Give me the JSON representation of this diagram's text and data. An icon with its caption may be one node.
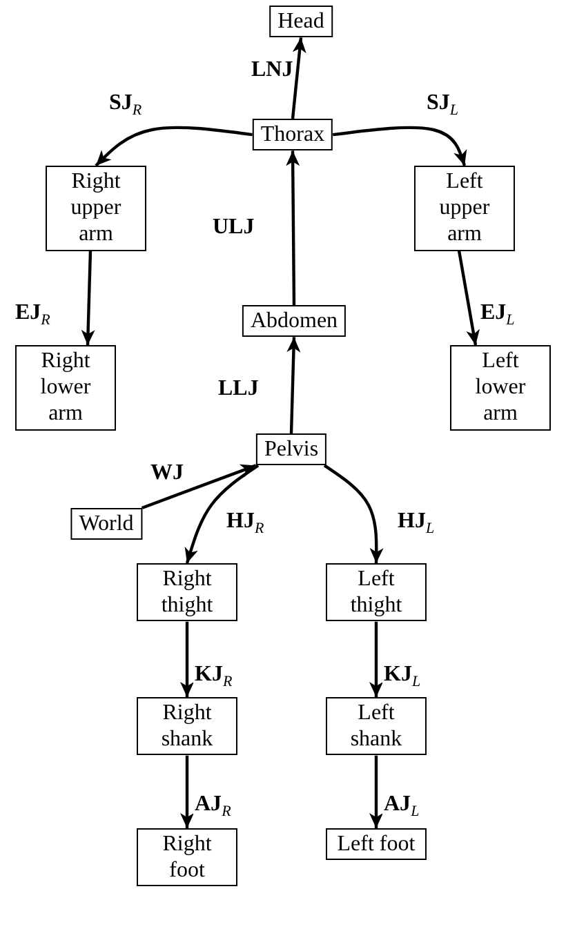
{
  "diagram": {
    "nodes": [
      {
        "text": [
          "Head"
        ]
      },
      {
        "text": [
          "Thorax"
        ]
      },
      {
        "text": [
          "Right upper arm"
        ]
      },
      {
        "text": [
          "Left upper arm"
        ]
      },
      {
        "text": [
          "Abdomen"
        ]
      },
      {
        "text": [
          "Right lower arm"
        ]
      },
      {
        "text": [
          "Left lower arm"
        ]
      },
      {
        "text": [
          "Pelvis"
        ]
      },
      {
        "text": [
          "World"
        ]
      },
      {
        "text": [
          "Right thight"
        ]
      },
      {
        "text": [
          "Left thight"
        ]
      },
      {
        "text": [
          "Right shank"
        ]
      },
      {
        "text": [
          "Left shank"
        ]
      },
      {
        "text": [
          "Right foot"
        ]
      },
      {
        "text": [
          "Left foot"
        ]
      }
    ],
    "edges": [
      {
        "from": 1,
        "to": 0,
        "arrow": "to",
        "label": "**LNJ**"
      },
      {
        "from": 1,
        "to": 2,
        "arrow": "to",
        "label": "**SJ**$_{R}$"
      },
      {
        "from": 1,
        "to": 3,
        "arrow": "to",
        "label": "**SJ**$_{L}$"
      },
      {
        "from": 2,
        "to": 5,
        "arrow": "to",
        "label": "**EJ**$_{R}$"
      },
      {
        "from": 3,
        "to": 6,
        "arrow": "to",
        "label": "**EJ**$_{L}$"
      },
      {
        "from": 4,
        "to": 1,
        "arrow": "to",
        "label": "**ULJ**"
      },
      {
        "from": 7,
        "to": 4,
        "arrow": "to",
        "label": "**LLJ**"
      },
      {
        "from": 8,
        "to": 7,
        "arrow": "to",
        "label": "**WJ**"
      },
      {
        "from": 7,
        "to": 9,
        "arrow": "to",
        "label": "**HJ**$_{R}$"
      },
      {
        "from": 7,
        "to": 10,
        "arrow": "to",
        "label": "**HJ**$_{L}$"
      },
      {
        "from": 9,
        "to": 11,
        "arrow": "to",
        "label": "**KJ**$_{R}$"
      },
      {
        "from": 10,
        "to": 12,
        "arrow": "to",
        "label": "**KJ**$_{L}$"
      },
      {
        "from": 11,
        "to": 13,
        "arrow": "to",
        "label": "**AJ**$_{R}$"
      },
      {
        "from": 12,
        "to": 14,
        "arrow": "to",
        "label": "**AJ**$_{L}$"
      }
    ]
  }
}
